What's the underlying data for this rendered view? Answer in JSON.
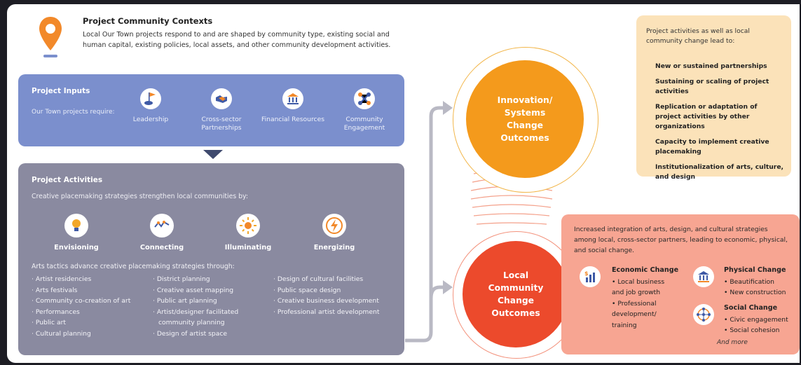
{
  "context": {
    "title": "Project Community Contexts",
    "body": "Local Our Town projects respond to and are shaped by community type, existing social and human capital, existing policies, local assets, and other community development activities.",
    "icon": "map-pin-icon"
  },
  "inputs": {
    "title": "Project Inputs",
    "desc": "Our Town projects require:",
    "items": [
      {
        "label": "Leadership",
        "icon": "flag-icon"
      },
      {
        "label": "Cross-sector Partnerships",
        "icon": "handshake-icon"
      },
      {
        "label": "Financial Resources",
        "icon": "bank-icon"
      },
      {
        "label": "Community Engagement",
        "icon": "network-icon"
      }
    ]
  },
  "activities": {
    "title": "Project Activities",
    "desc": "Creative placemaking strategies strengthen local communities by:",
    "strategies": [
      {
        "label": "Envisioning",
        "icon": "lightbulb-icon"
      },
      {
        "label": "Connecting",
        "icon": "link-icon"
      },
      {
        "label": "Illuminating",
        "icon": "sun-icon"
      },
      {
        "label": "Energizing",
        "icon": "lightning-icon"
      }
    ],
    "tactics_intro": "Arts tactics advance creative placemaking strategies through:",
    "tactics_col1": [
      "Artist residencies",
      "Arts festivals",
      "Community co-creation of art",
      "Performances",
      "Public art",
      "Cultural planning"
    ],
    "tactics_col2": [
      "District planning",
      "Creative asset mapping",
      "Public art planning",
      "Artist/designer facilitated community planning",
      "Design of artist space"
    ],
    "tactics_col3": [
      "Design of cultural facilities",
      "Public space design",
      "Creative business development",
      "Professional artist development"
    ]
  },
  "innovation": {
    "label": "Innovation/ Systems Change Outcomes",
    "intro": "Project activities as well as local community change lead to:",
    "items": [
      "New or sustained partnerships",
      "Sustaining or scaling of project activities",
      "Replication or adaptation of project activities by other organizations",
      "Capacity to implement creative placemaking",
      "Institutionalization of arts, culture, and design"
    ]
  },
  "local": {
    "label": "Local Community Change Outcomes",
    "intro": "Increased integration of arts, design, and cultural strategies among local, cross-sector partners, leading to economic, physical, and social change.",
    "economic": {
      "title": "Economic Change",
      "icon": "bar-chart-icon",
      "items": [
        "• Local business and job growth",
        "• Professional development/ training"
      ]
    },
    "physical": {
      "title": "Physical Change",
      "icon": "building-icon",
      "items": [
        "• Beautification",
        "• New construction"
      ]
    },
    "social": {
      "title": "Social Change",
      "icon": "people-network-icon",
      "items": [
        "• Civic engagement",
        "• Social cohesion"
      ]
    },
    "more": "And more"
  },
  "colors": {
    "inputs_panel": "#7b8fcd",
    "activities_panel": "#8a8aa0",
    "innovation": "#f49a1c",
    "local": "#ec4a2c",
    "innovation_box": "#fbe2b9",
    "local_box": "#f7a592",
    "pin": "#f2892a"
  }
}
